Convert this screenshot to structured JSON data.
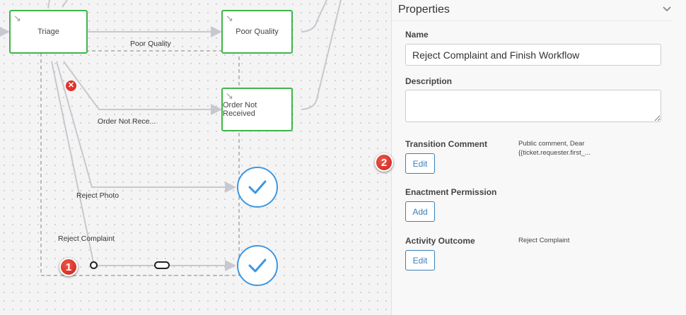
{
  "canvas": {
    "nodes": {
      "triage": "Triage",
      "poor_quality": "Poor Quality",
      "order_not_received": "Order Not Received"
    },
    "edge_labels": {
      "poor_quality": "Poor Quality",
      "order_not_received": "Order Not Rece...",
      "reject_photo": "Reject Photo",
      "reject_complaint": "Reject Complaint"
    },
    "annotation_badges": [
      "1",
      "2"
    ],
    "colors": {
      "node_border": "#3fb54a",
      "end_node": "#3c97e2",
      "error": "#e0322c",
      "badge": "#d9342b"
    }
  },
  "properties": {
    "title": "Properties",
    "name_label": "Name",
    "name_value": "Reject Complaint and Finish Workflow",
    "description_label": "Description",
    "description_value": "",
    "transition_comment_label": "Transition Comment",
    "transition_comment_button": "Edit",
    "transition_comment_value_line1": "Public comment, Dear",
    "transition_comment_value_line2": "{{ticket.requester.first_...",
    "enactment_permission_label": "Enactment Permission",
    "enactment_permission_button": "Add",
    "activity_outcome_label": "Activity Outcome",
    "activity_outcome_button": "Edit",
    "activity_outcome_value": "Reject Complaint",
    "accent_color": "#3c7fb8"
  }
}
